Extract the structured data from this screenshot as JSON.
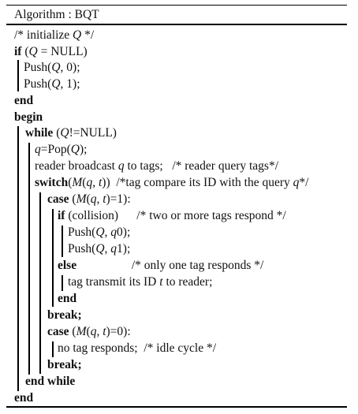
{
  "algorithm": {
    "title": "Algorithm : BQT",
    "lines": [
      [
        {
          "t": "/* initialize "
        },
        {
          "t": "Q",
          "s": "it"
        },
        {
          "t": " */"
        }
      ],
      [
        {
          "t": "if",
          "s": "kw"
        },
        {
          "t": " ("
        },
        {
          "t": "Q",
          "s": "it"
        },
        {
          "t": " = NULL)"
        }
      ],
      [
        {
          "t": "Push("
        },
        {
          "t": "Q",
          "s": "it"
        },
        {
          "t": ", 0);"
        }
      ],
      [
        {
          "t": "Push("
        },
        {
          "t": "Q",
          "s": "it"
        },
        {
          "t": ", 1);"
        }
      ],
      [
        {
          "t": "end",
          "s": "kw"
        }
      ],
      [
        {
          "t": "begin",
          "s": "kw"
        }
      ],
      [
        {
          "t": "while",
          "s": "kw"
        },
        {
          "t": " ("
        },
        {
          "t": "Q",
          "s": "it"
        },
        {
          "t": "!=NULL)"
        }
      ],
      [
        {
          "t": "q",
          "s": "it"
        },
        {
          "t": "=Pop("
        },
        {
          "t": "Q",
          "s": "it"
        },
        {
          "t": ");"
        }
      ],
      [
        {
          "t": "reader broadcast "
        },
        {
          "t": "q",
          "s": "it"
        },
        {
          "t": " to tags;   /* reader query tags*/"
        }
      ],
      [
        {
          "t": "switch",
          "s": "kw"
        },
        {
          "t": "("
        },
        {
          "t": "M",
          "s": "it"
        },
        {
          "t": "("
        },
        {
          "t": "q",
          "s": "it"
        },
        {
          "t": ", "
        },
        {
          "t": "t",
          "s": "it"
        },
        {
          "t": "))  /*tag compare its ID with the query "
        },
        {
          "t": "q",
          "s": "it"
        },
        {
          "t": "*/"
        }
      ],
      [
        {
          "t": "case",
          "s": "kw"
        },
        {
          "t": " ("
        },
        {
          "t": "M",
          "s": "it"
        },
        {
          "t": "("
        },
        {
          "t": "q",
          "s": "it"
        },
        {
          "t": ", "
        },
        {
          "t": "t",
          "s": "it"
        },
        {
          "t": ")=1):"
        }
      ],
      [
        {
          "t": "if",
          "s": "kw"
        },
        {
          "t": " (collision)      /* two or more tags respond */"
        }
      ],
      [
        {
          "t": "Push("
        },
        {
          "t": "Q",
          "s": "it"
        },
        {
          "t": ", "
        },
        {
          "t": "q",
          "s": "it"
        },
        {
          "t": "0);"
        }
      ],
      [
        {
          "t": "Push("
        },
        {
          "t": "Q",
          "s": "it"
        },
        {
          "t": ", "
        },
        {
          "t": "q",
          "s": "it"
        },
        {
          "t": "1);"
        }
      ],
      [
        {
          "t": "else",
          "s": "kw"
        },
        {
          "t": "                  /* only one tag responds */"
        }
      ],
      [
        {
          "t": "tag transmit its ID "
        },
        {
          "t": "t",
          "s": "it"
        },
        {
          "t": " to reader;"
        }
      ],
      [
        {
          "t": "end",
          "s": "kw"
        }
      ],
      [
        {
          "t": "break;",
          "s": "kw"
        }
      ],
      [
        {
          "t": "case",
          "s": "kw"
        },
        {
          "t": " ("
        },
        {
          "t": "M",
          "s": "it"
        },
        {
          "t": "("
        },
        {
          "t": "q",
          "s": "it"
        },
        {
          "t": ", "
        },
        {
          "t": "t",
          "s": "it"
        },
        {
          "t": ")=0):"
        }
      ],
      [
        {
          "t": "no tag responds;  /* idle cycle */"
        }
      ],
      [
        {
          "t": "break;",
          "s": "kw"
        }
      ],
      [
        {
          "t": "end while",
          "s": "kw"
        }
      ],
      [
        {
          "t": "end",
          "s": "kw"
        }
      ]
    ]
  }
}
